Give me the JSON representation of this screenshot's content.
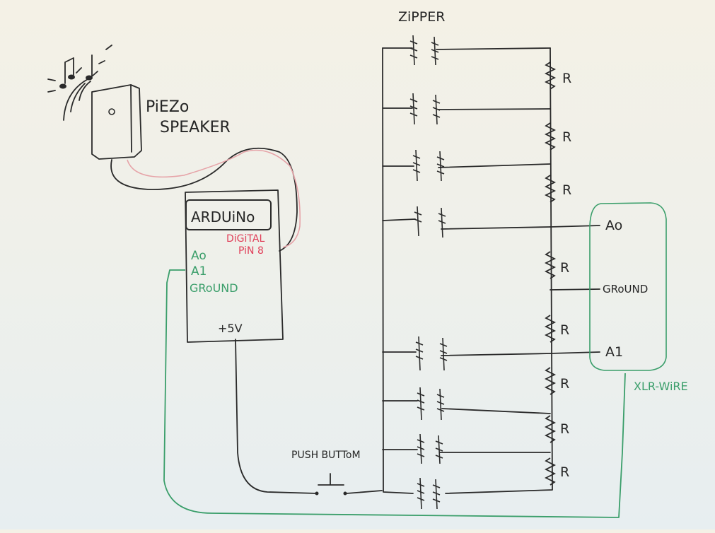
{
  "labels": {
    "piezo_line1": "PiEZo",
    "piezo_line2": "SPEAKER",
    "zipper": "ZiPPER",
    "arduino": "ARDUiNo",
    "digital": "DiGiTAL",
    "pin8": "PiN 8",
    "a0": "Ao",
    "a1": "A1",
    "ground": "GRoUND",
    "plus5v": "+5V",
    "push_button": "PUSH BUTToM",
    "xlr_a0": "Ao",
    "xlr_ground": "GRoUND",
    "xlr_a1": "A1",
    "xlr_wire": "XLR-WiRE",
    "resistor": "R"
  },
  "colors": {
    "ink": "#262626",
    "red": "#e0405a",
    "pink": "#e6a3a8",
    "green": "#3a9e6a"
  }
}
